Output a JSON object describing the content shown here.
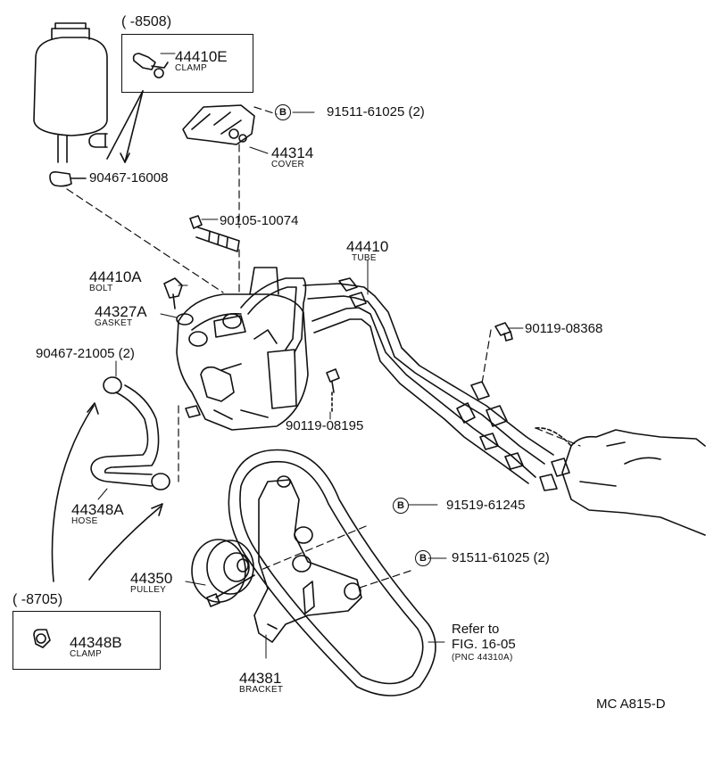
{
  "top_box": {
    "period": "(       -8508)",
    "part_no": "44410E",
    "name": "CLAMP"
  },
  "bottom_box": {
    "period": "(       -8705)",
    "part_no": "44348B",
    "name": "CLAMP"
  },
  "labels": {
    "p_91511_top": "91511-61025 (2)",
    "p_44314": "44314",
    "p_44314_name": "COVER",
    "p_90467_16008": "90467-16008",
    "p_90105": "90105-10074",
    "p_44410": "44410",
    "p_44410_name": "TUBE",
    "p_44410A": "44410A",
    "p_44410A_name": "BOLT",
    "p_44327A": "44327A",
    "p_44327A_name": "GASKET",
    "p_90119_08368": "90119-08368",
    "p_90467_21005": "90467-21005 (2)",
    "p_90119_08195": "90119-08195",
    "p_44348A": "44348A",
    "p_44348A_name": "HOSE",
    "p_91519": "91519-61245",
    "p_91511_bottom": "91511-61025 (2)",
    "p_44350": "44350",
    "p_44350_name": "PULLEY",
    "p_44381": "44381",
    "p_44381_name": "BRACKET",
    "refer_line1": "Refer to",
    "refer_line2": "FIG. 16-05",
    "refer_line3": "(PNC 44310A)",
    "b_marker": "B",
    "diagram_code": "MC A815-D"
  }
}
